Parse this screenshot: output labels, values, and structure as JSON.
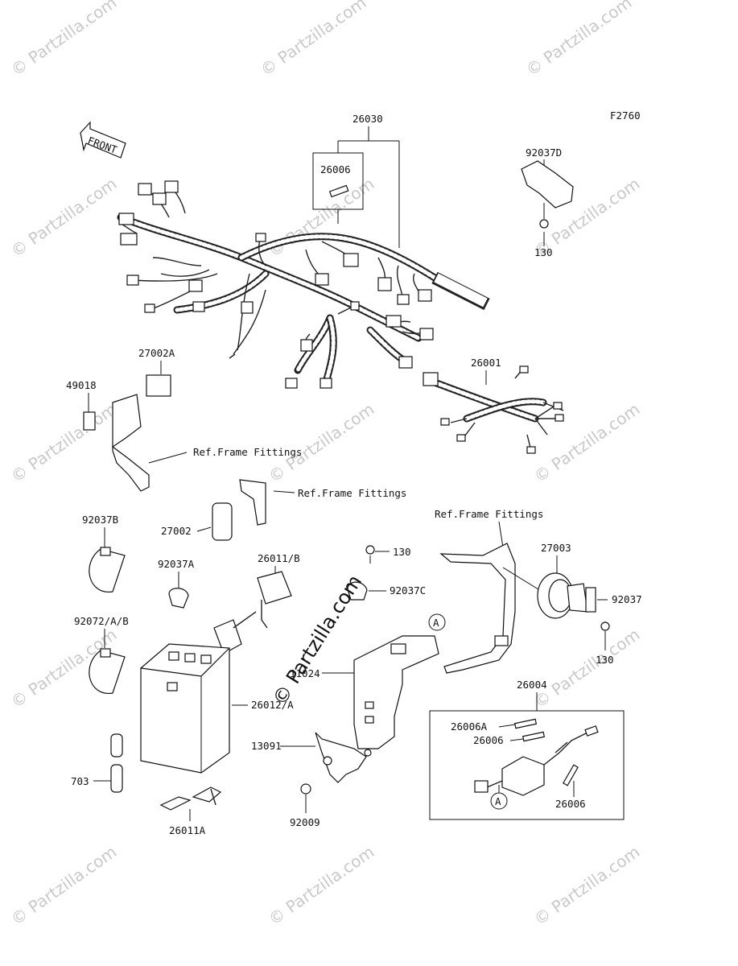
{
  "diagram": {
    "figure_code": "F2760",
    "front_label": "FRONT",
    "watermark": "© Partzilla.com",
    "center_watermark": "© Partzilla.com",
    "callouts": {
      "c26030": "26030",
      "c26006_top": "26006",
      "c92037D": "92037D",
      "c130_top": "130",
      "c27002A": "27002A",
      "c49018": "49018",
      "c26001": "26001",
      "ref1": "Ref.Frame Fittings",
      "ref2": "Ref.Frame Fittings",
      "ref3": "Ref.Frame Fittings",
      "c92037B": "92037B",
      "c27002": "27002",
      "c92037A": "92037A",
      "c26011B": "26011/B",
      "c130_mid": "130",
      "c92037C": "92037C",
      "c27003": "27003",
      "c92037": "92037",
      "c130_right": "130",
      "c92072": "92072/A/B",
      "c26012A": "26012/A",
      "c11024": "11024",
      "c26004": "26004",
      "c26006A": "26006A",
      "c26006_box1": "26006",
      "c13091": "13091",
      "c26006_box2": "26006",
      "c703": "703",
      "c92009": "92009",
      "c26011A": "26011A",
      "marker_a1": "A",
      "marker_a2": "A"
    }
  }
}
